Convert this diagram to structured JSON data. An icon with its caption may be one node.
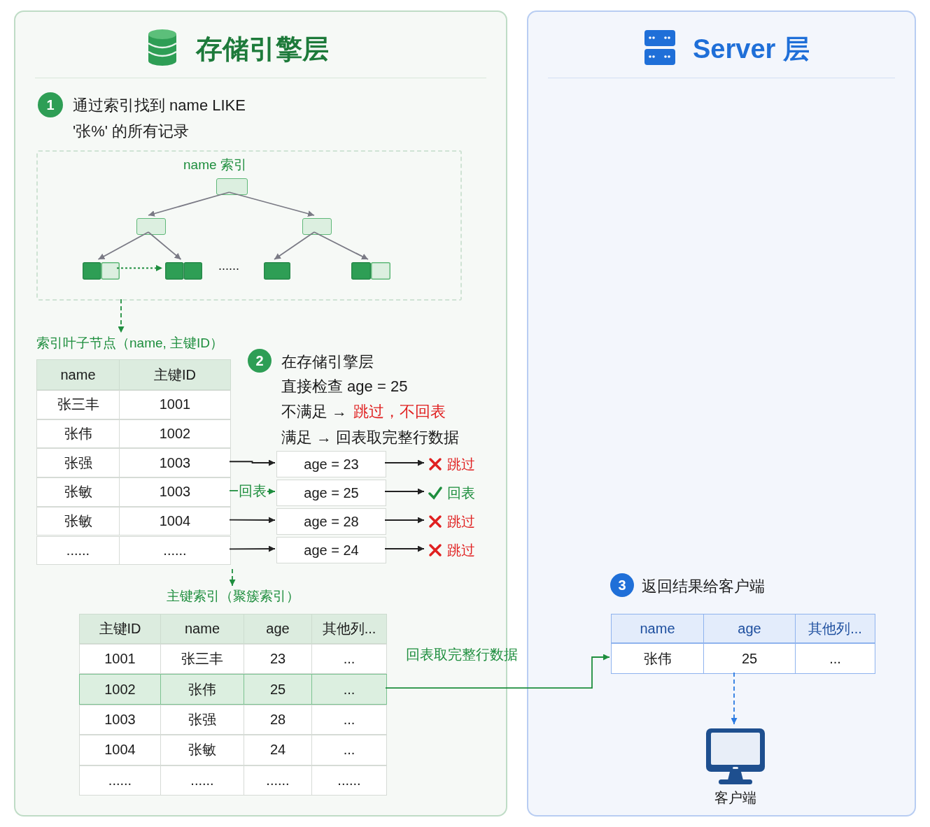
{
  "diagram": {
    "nodes": [
      {
        "text": [
          "存储引擎层"
        ]
      },
      {
        "text": [
          "Server 层"
        ]
      },
      {
        "text": [
          "1"
        ],
        "beside": [
          "通过索引找到 name LIKE '张%' 的所有记录"
        ],
        "in": 0
      },
      {
        "text": [
          "name 索引"
        ],
        "in": 0
      },
      {
        "text": [],
        "shape": "box",
        "in": 3
      },
      {
        "text": [],
        "shape": "box",
        "in": 3
      },
      {
        "text": [],
        "shape": "box",
        "in": 3
      },
      {
        "text": [],
        "shape": "box",
        "in": 3
      },
      {
        "text": [],
        "shape": "box",
        "in": 3
      },
      {
        "text": [],
        "shape": "box",
        "in": 3
      },
      {
        "text": [],
        "shape": "box",
        "in": 3
      },
      {
        "text": [
          "索引叶子节点（name, 主键ID）",
          "name",
          "主键ID"
        ],
        "in": 0
      },
      {
        "text": [
          "张三丰",
          "1001"
        ],
        "in": 11
      },
      {
        "text": [
          "张伟",
          "1002"
        ],
        "in": 11
      },
      {
        "text": [
          "张强",
          "1003"
        ],
        "in": 11
      },
      {
        "text": [
          "张敏",
          "1003"
        ],
        "in": 11
      },
      {
        "text": [
          "张敏",
          "1004"
        ],
        "in": 11
      },
      {
        "text": [
          "......",
          "......"
        ],
        "in": 11
      },
      {
        "text": [
          "2"
        ],
        "beside": [
          "在存储引擎层",
          "直接检查 age = 25",
          "不满足 →",
          "跳过，不回表",
          "满足 → 回表取完整行数据"
        ],
        "in": 0
      },
      {
        "text": [
          "age = 23"
        ],
        "in": 0
      },
      {
        "text": [
          "age = 25"
        ],
        "in": 0
      },
      {
        "text": [
          "age = 28"
        ],
        "in": 0
      },
      {
        "text": [
          "age = 24"
        ],
        "in": 0
      },
      {
        "text": [
          "跳过"
        ],
        "in": 0
      },
      {
        "text": [
          "回表"
        ],
        "in": 0
      },
      {
        "text": [
          "跳过"
        ],
        "in": 0
      },
      {
        "text": [
          "跳过"
        ],
        "in": 0
      },
      {
        "text": [
          "主键索引（聚簇索引）",
          "主键ID",
          "name",
          "age",
          "其他列..."
        ],
        "in": 0
      },
      {
        "text": [
          "1001",
          "张三丰",
          "23",
          "..."
        ],
        "in": 27
      },
      {
        "text": [
          "1002",
          "张伟",
          "25",
          "..."
        ],
        "in": 27
      },
      {
        "text": [
          "1003",
          "张强",
          "28",
          "..."
        ],
        "in": 27
      },
      {
        "text": [
          "1004",
          "张敏",
          "24",
          "..."
        ],
        "in": 27
      },
      {
        "text": [
          "......",
          "......",
          "......",
          "......"
        ],
        "in": 27
      },
      {
        "text": [
          "3"
        ],
        "beside": [
          "返回结果给客户端"
        ],
        "in": 1
      },
      {
        "text": [
          "name",
          "age",
          "其他列...",
          "张伟",
          "25",
          "..."
        ],
        "in": 1
      },
      {
        "text": [
          "客户端"
        ],
        "in": 1
      }
    ],
    "edges": [
      {
        "from": 4,
        "to": 5,
        "arrow": "to",
        "color": "#7a7a85"
      },
      {
        "from": 4,
        "to": 6,
        "arrow": "to",
        "color": "#7a7a85"
      },
      {
        "from": 5,
        "to": 7,
        "arrow": "to",
        "color": "#7a7a85"
      },
      {
        "from": 5,
        "to": 8,
        "arrow": "to",
        "color": "#7a7a85"
      },
      {
        "from": 6,
        "to": 9,
        "arrow": "to",
        "color": "#7a7a85"
      },
      {
        "from": 6,
        "to": 10,
        "arrow": "to",
        "color": "#7a7a85"
      },
      {
        "from": 7,
        "to": 8,
        "arrow": "to",
        "style": "dashed",
        "color": "#1e8e3e"
      },
      {
        "from": 3,
        "to": 11,
        "arrow": "to",
        "style": "dashed",
        "color": "#1e8e3e"
      },
      {
        "from": 14,
        "to": 19,
        "arrow": "to"
      },
      {
        "from": 15,
        "to": 20,
        "arrow": "to",
        "label": "回表",
        "color": "#1e8e3e"
      },
      {
        "from": 16,
        "to": 21,
        "arrow": "to"
      },
      {
        "from": 17,
        "to": 22,
        "arrow": "to"
      },
      {
        "from": 19,
        "to": 23,
        "arrow": "to"
      },
      {
        "from": 20,
        "to": 24,
        "arrow": "to"
      },
      {
        "from": 21,
        "to": 25,
        "arrow": "to"
      },
      {
        "from": 22,
        "to": 26,
        "arrow": "to"
      },
      {
        "from": 11,
        "to": 27,
        "arrow": "to",
        "style": "dashed",
        "color": "#1e8e3e"
      },
      {
        "from": 29,
        "to": 34,
        "arrow": "to",
        "label": "回表取完整行数据",
        "color": "#1e8e3e"
      },
      {
        "from": 34,
        "to": 35,
        "arrow": "to",
        "style": "dashed",
        "color": "#2a7ae2"
      }
    ],
    "labels": [
      "......"
    ]
  }
}
